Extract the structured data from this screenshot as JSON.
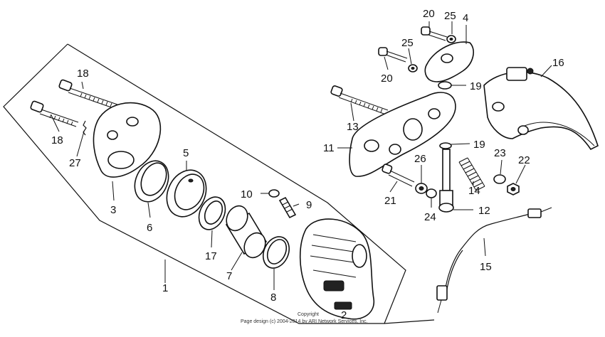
{
  "callouts": {
    "c1": "1",
    "c2": "2",
    "c3": "3",
    "c4": "4",
    "c5": "5",
    "c6": "6",
    "c7": "7",
    "c8": "8",
    "c9": "9",
    "c10": "10",
    "c11": "11",
    "c12": "12",
    "c13": "13",
    "c14": "14",
    "c15": "15",
    "c16": "16",
    "c17": "17",
    "c18a": "18",
    "c18b": "18",
    "c19a": "19",
    "c19b": "19",
    "c20a": "20",
    "c20b": "20",
    "c21": "21",
    "c22": "22",
    "c23": "23",
    "c24": "24",
    "c25a": "25",
    "c25b": "25",
    "c26": "26",
    "c27": "27"
  },
  "copyright": {
    "line1": "Copyright",
    "line2": "Page design (c) 2004-2014 by ARI Network Services, Inc."
  }
}
